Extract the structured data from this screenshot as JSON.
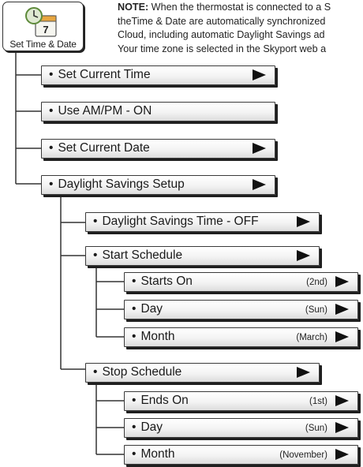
{
  "root": {
    "label": "Set Time & Date",
    "icon": "calendar-clock-icon",
    "icon_day": "7"
  },
  "note": {
    "lead": "NOTE:",
    "lines": [
      " When the thermostat is connected to a S",
      "theTime & Date are automatically synchronized",
      "Cloud, including automatic Daylight Savings ad",
      "Your time zone is selected in the Skyport web a"
    ]
  },
  "bullet": "•",
  "level1": [
    {
      "label": "Set Current Time",
      "arrow": true
    },
    {
      "label": "Use AM/PM - ON",
      "arrow": false
    },
    {
      "label": "Set Current Date",
      "arrow": true
    },
    {
      "label": "Daylight Savings Setup",
      "arrow": true
    }
  ],
  "level2": [
    {
      "label": "Daylight Savings Time - OFF",
      "arrow": true
    },
    {
      "label": "Start Schedule",
      "arrow": true
    },
    {
      "label": "Stop Schedule",
      "arrow": true
    }
  ],
  "start_schedule": [
    {
      "label": "Starts On",
      "value": "(2nd)"
    },
    {
      "label": "Day",
      "value": "(Sun)"
    },
    {
      "label": "Month",
      "value": "(March)"
    }
  ],
  "stop_schedule": [
    {
      "label": "Ends On",
      "value": "(1st)"
    },
    {
      "label": "Day",
      "value": "(Sun)"
    },
    {
      "label": "Month",
      "value": "(November)"
    }
  ],
  "colors": {
    "outline": "#3a3a3a",
    "arrow": "#111111",
    "shadow": "#1f1f1f"
  }
}
